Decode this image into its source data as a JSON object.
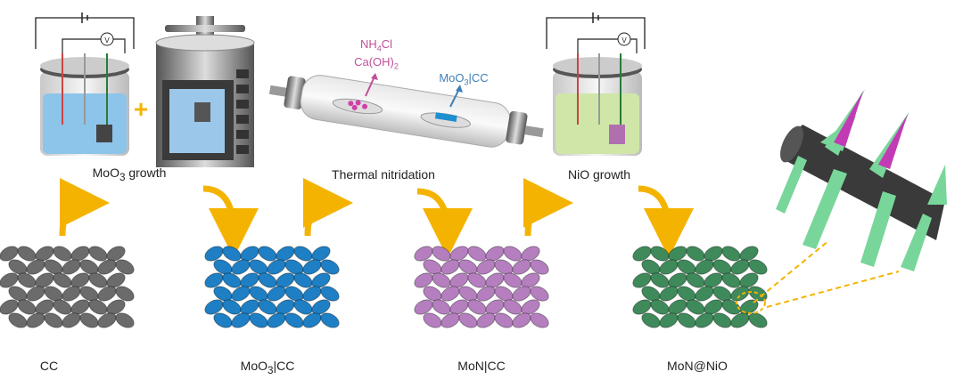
{
  "steps": {
    "moo3_growth": {
      "main": "MoO",
      "sub": "3",
      "rest": " growth"
    },
    "thermal_nitridation": "Thermal nitridation",
    "nio_growth": "NiO growth"
  },
  "reagents": {
    "nh4cl": {
      "a": "NH",
      "sub": "4",
      "b": "Cl"
    },
    "caoh2": "Ca(OH)",
    "caoh2_sub": "2",
    "moo3cc": {
      "a": "MoO",
      "sub": "3",
      "b": "|CC"
    }
  },
  "materials": {
    "cc": "CC",
    "moo3cc": {
      "a": "MoO",
      "sub": "3",
      "b": "|CC"
    },
    "moncc": "MoN|CC",
    "monnio": "MoN@NiO"
  },
  "voltmeter": "V",
  "plus_sign": "+",
  "colors": {
    "arrow": "#f5b301",
    "cc": "#6b6b6b",
    "moo3": "#1e7fc4",
    "mon": "#b57fbf",
    "nio": "#3f8a5a",
    "nh4cl_text": "#c0509a",
    "moo3_text": "#3f7fb5",
    "wire_shell": "#79d69a",
    "wire_core": "#c23bb5"
  }
}
